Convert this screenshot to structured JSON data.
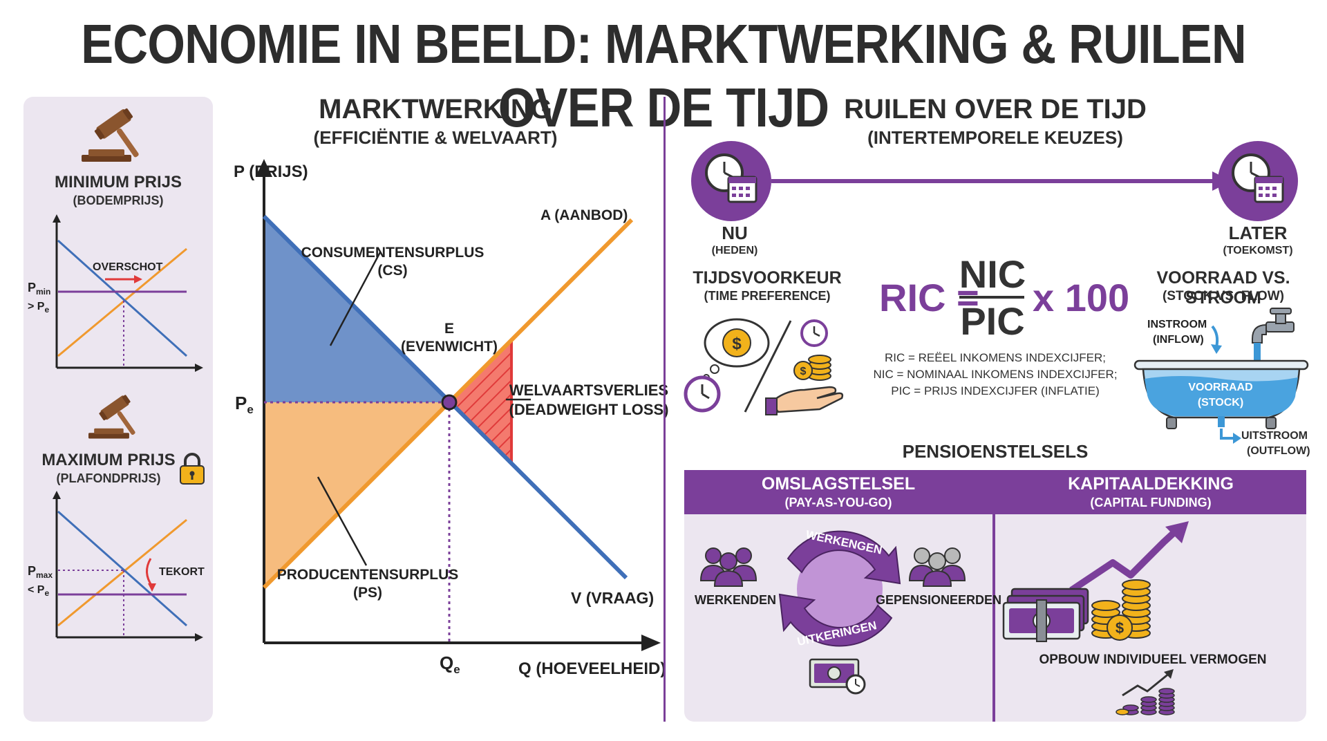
{
  "title": "ECONOMIE IN BEELD: MARKTWERKING & RUILEN OVER DE TIJD",
  "left": {
    "min_title": "MINIMUM PRIJS",
    "min_sub": "(BODEMPRIJS)",
    "min_overschot": "OVERSCHOT",
    "min_p_line1": "P",
    "min_p_sub": "min",
    "min_p_line2": "> P",
    "min_p_sub2": "e",
    "max_title": "MAXIMUM PRIJS",
    "max_sub": "(PLAFONDPRIJS)",
    "max_tekort": "TEKORT",
    "max_p_line1": "P",
    "max_p_sub": "max",
    "max_p_line2": "< P",
    "max_p_sub2": "e"
  },
  "center": {
    "title": "MARKTWERKING",
    "subtitle": "(EFFICIËNTIE & WELVAART)",
    "y_axis": "P (PRIJS)",
    "x_axis": "Q (HOEVEELHEID)",
    "supply": "A (AANBOD)",
    "demand": "V (VRAAG)",
    "cs_line1": "CONSUMENTENSURPLUS",
    "cs_line2": "(CS)",
    "ps_line1": "PRODUCENTENSURPLUS",
    "ps_line2": "(PS)",
    "eq_line1": "E",
    "eq_line2": "(EVENWICHT)",
    "dwl_line1": "WELVAARTSVERLIES",
    "dwl_line2": "(DEADWEIGHT LOSS)",
    "pe": "P",
    "pe_sub": "e",
    "qe": "Q",
    "qe_sub": "e"
  },
  "right": {
    "title": "RUILEN OVER DE TIJD",
    "subtitle": "(INTERTEMPORELE KEUZES)",
    "nu": "NU",
    "nu_sub": "(HEDEN)",
    "later": "LATER",
    "later_sub": "(TOEKOMST)",
    "tijd_title": "TIJDSVOORKEUR",
    "tijd_sub": "(TIME PREFERENCE)",
    "formula_lhs": "RIC =",
    "formula_num": "NIC",
    "formula_den": "PIC",
    "formula_mult": "x 100",
    "legend": [
      "RIC = REËEL INKOMENS INDEXCIJFER;",
      "NIC = NOMINAAL INKOMENS INDEXCIJFER;",
      "PIC = PRIJS INDEXCIJFER (INFLATIE)"
    ],
    "stock_title": "VOORRAAD VS. STROOM",
    "stock_sub": "(STOCK VS. FLOW)",
    "inflow1": "INSTROOM",
    "inflow2": "(INFLOW)",
    "stock1": "VOORRAAD",
    "stock2": "(STOCK)",
    "outflow1": "UITSTROOM",
    "outflow2": "(OUTFLOW)",
    "pension_title": "PENSIOENSTELSELS",
    "omslag_title": "OMSLAGSTELSEL",
    "omslag_sub": "(PAY-AS-YOU-GO)",
    "kapitaal_title": "KAPITAALDEKKING",
    "kapitaal_sub": "(CAPITAL FUNDING)",
    "werkenden": "WERKENDEN",
    "gepensioneerden": "GEPENSIONEERDEN",
    "werkengen": "WERKENGEN",
    "uitkeringen": "UITKERINGEN",
    "opbouw": "OPBOUW INDIVIDUEEL VERMOGEN"
  },
  "colors": {
    "purple": "#7b3f9a",
    "blue": "#3f6fb8",
    "orange": "#f0992e",
    "red": "#e03a3a",
    "gold": "#f2b21b"
  }
}
